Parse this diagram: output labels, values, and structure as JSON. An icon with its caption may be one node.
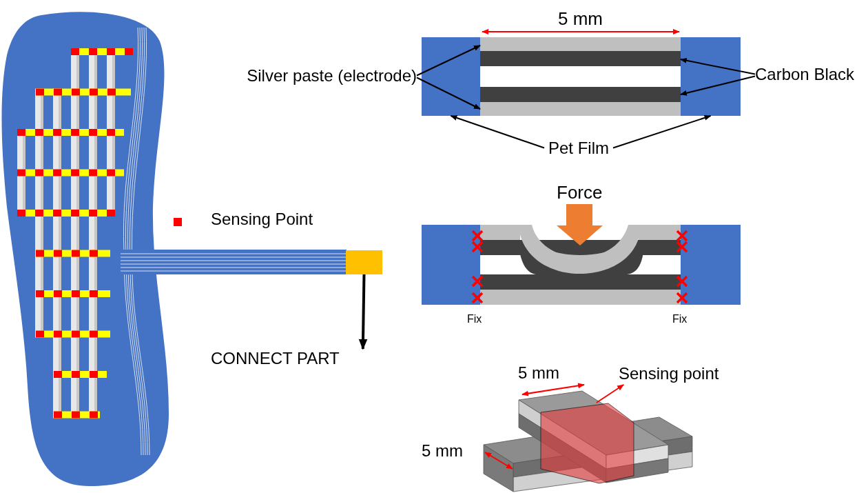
{
  "diagram": {
    "nodes": [
      {
        "text": [
          "Silver paste (electrode)"
        ]
      },
      {
        "text": [],
        "shape": "bar"
      },
      {
        "text": [],
        "shape": "bar"
      },
      {
        "text": [],
        "shape": "bar"
      },
      {
        "text": [],
        "shape": "bar"
      },
      {
        "text": [
          "Carbon Black"
        ]
      },
      {
        "text": [
          "Pet Film"
        ]
      },
      {
        "text": [],
        "shape": "box"
      },
      {
        "text": [],
        "shape": "box"
      },
      {
        "text": [
          "Sensing point"
        ]
      },
      {
        "text": [],
        "shape": "box"
      },
      {
        "text": [],
        "shape": "box"
      },
      {
        "text": [
          "CONNECT PART"
        ]
      }
    ],
    "edges": [
      {
        "from": 0,
        "to": 1,
        "arrow": "to"
      },
      {
        "from": 0,
        "to": 4,
        "arrow": "to"
      },
      {
        "from": 5,
        "to": 2,
        "arrow": "to"
      },
      {
        "from": 5,
        "to": 3,
        "arrow": "to"
      },
      {
        "from": 6,
        "to": 7,
        "arrow": "to"
      },
      {
        "from": 6,
        "to": 8,
        "arrow": "to"
      },
      {
        "from": 10,
        "to": 9,
        "arrow": "to",
        "color": "#ff0000"
      },
      {
        "from": 11,
        "to": 12,
        "arrow": "to",
        "style": "thick"
      }
    ],
    "labels": [
      "5 mm",
      "Force",
      "Fix",
      "Fix",
      "5 mm",
      "5 mm"
    ],
    "legend": [
      {
        "text": "Sensing Point",
        "color": "#ff0000"
      }
    ]
  }
}
